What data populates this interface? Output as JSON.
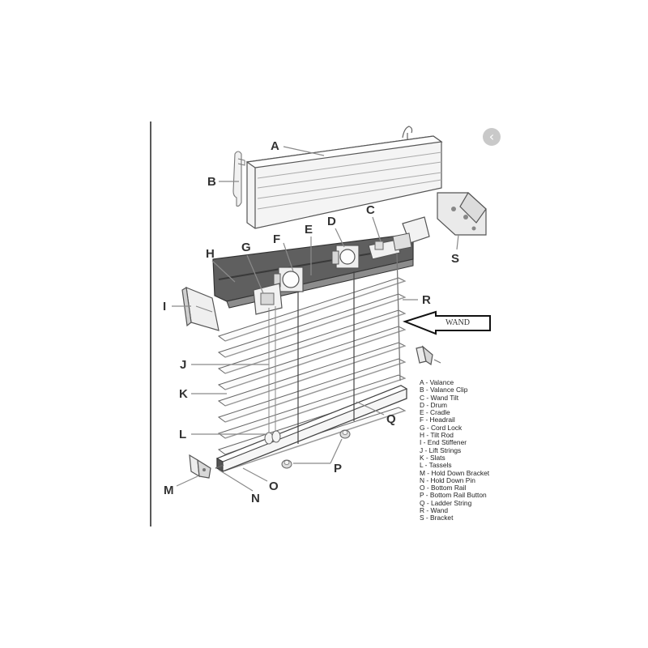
{
  "diagram": {
    "callouts": {
      "A": "A",
      "B": "B",
      "C": "C",
      "D": "D",
      "E": "E",
      "F": "F",
      "G": "G",
      "H": "H",
      "I": "I",
      "J": "J",
      "K": "K",
      "L": "L",
      "M": "M",
      "N": "N",
      "O": "O",
      "P": "P",
      "Q": "Q",
      "R": "R",
      "S": "S"
    },
    "wand_arrow_label": "WAND",
    "legend": [
      "A - Valance",
      "B - Valance Clip",
      "C - Wand Tilt",
      "D - Drum",
      "E - Cradle",
      "F - Headrail",
      "G - Cord Lock",
      "H - Tilt Rod",
      "I - End Stiffener",
      "J - Lift Strings",
      "K - Slats",
      "L - Tassels",
      "M - Hold Down Bracket",
      "N - Hold Down Pin",
      "O - Bottom Rail",
      "P - Bottom Rail Button",
      "Q - Ladder String",
      "R - Wand",
      "S - Bracket"
    ],
    "nav_icon": "chevron-left-icon",
    "nav_glyph": "‹"
  }
}
